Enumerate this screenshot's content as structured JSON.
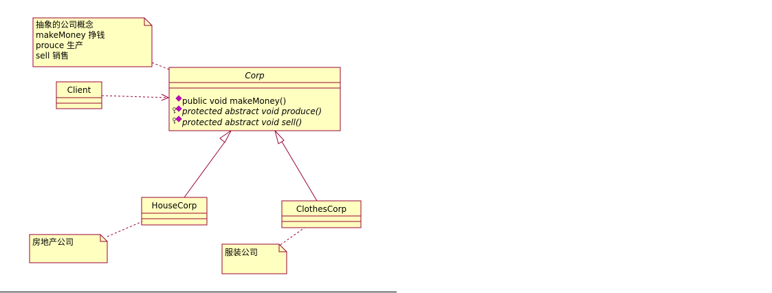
{
  "diagram": {
    "colors": {
      "fill": "#ffffc0",
      "stroke": "#990033",
      "public_marker": "#cc00cc",
      "text": "#000000"
    },
    "corp": {
      "name": "Corp",
      "abstract": true,
      "operations": [
        {
          "text": "public void makeMoney()",
          "visibility": "public",
          "abstract": false,
          "icon": "public-method-icon"
        },
        {
          "text": "protected abstract void produce()",
          "visibility": "protected",
          "abstract": true,
          "icon": "protected-method-icon"
        },
        {
          "text": "protected abstract void sell()",
          "visibility": "protected",
          "abstract": true,
          "icon": "protected-method-icon"
        }
      ]
    },
    "client": {
      "name": "Client"
    },
    "house_corp": {
      "name": "HouseCorp"
    },
    "clothes_corp": {
      "name": "ClothesCorp"
    },
    "notes": {
      "corp_note": {
        "lines": [
          "抽象的公司概念",
          "makeMoney 挣钱",
          "prouce 生产",
          "sell 销售"
        ]
      },
      "house_note": {
        "lines": [
          "房地产公司"
        ]
      },
      "clothes_note": {
        "lines": [
          "服装公司"
        ]
      }
    },
    "relations": [
      {
        "type": "dependency",
        "from": "Client",
        "to": "Corp"
      },
      {
        "type": "generalization",
        "from": "HouseCorp",
        "to": "Corp"
      },
      {
        "type": "generalization",
        "from": "ClothesCorp",
        "to": "Corp"
      },
      {
        "type": "note-anchor",
        "from": "corp_note",
        "to": "Corp"
      },
      {
        "type": "note-anchor",
        "from": "house_note",
        "to": "HouseCorp"
      },
      {
        "type": "note-anchor",
        "from": "clothes_note",
        "to": "ClothesCorp"
      }
    ]
  }
}
